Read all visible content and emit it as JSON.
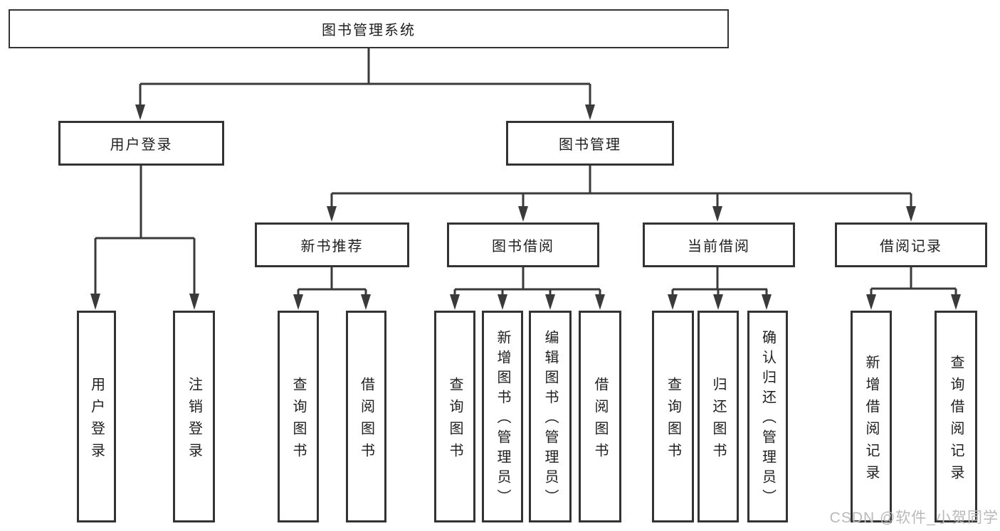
{
  "diagram": {
    "tree": {
      "label": "图书管理系统",
      "children": [
        {
          "label": "用户登录",
          "children": [
            {
              "label": "用户登录"
            },
            {
              "label": "注销登录"
            }
          ]
        },
        {
          "label": "图书管理",
          "children": [
            {
              "label": "新书推荐",
              "children": [
                {
                  "label": "查询图书"
                },
                {
                  "label": "借阅图书"
                }
              ]
            },
            {
              "label": "图书借阅",
              "children": [
                {
                  "label": "查询图书"
                },
                {
                  "label": "新增图书（管理员）"
                },
                {
                  "label": "编辑图书（管理员）"
                },
                {
                  "label": "借阅图书"
                }
              ]
            },
            {
              "label": "当前借阅",
              "children": [
                {
                  "label": "查询图书"
                },
                {
                  "label": "归还图书"
                },
                {
                  "label": "确认归还（管理员）"
                }
              ]
            },
            {
              "label": "借阅记录",
              "children": [
                {
                  "label": "新增借阅记录"
                },
                {
                  "label": "查询借阅记录"
                }
              ]
            }
          ]
        }
      ]
    },
    "colors": {
      "line": "#3a3a3a",
      "box_border": "#333333",
      "text": "#1f1f1f",
      "watermark": "#b9b9b9",
      "background": "#ffffff"
    }
  },
  "watermark": {
    "text": "CSDN @软件_小贺同学"
  }
}
